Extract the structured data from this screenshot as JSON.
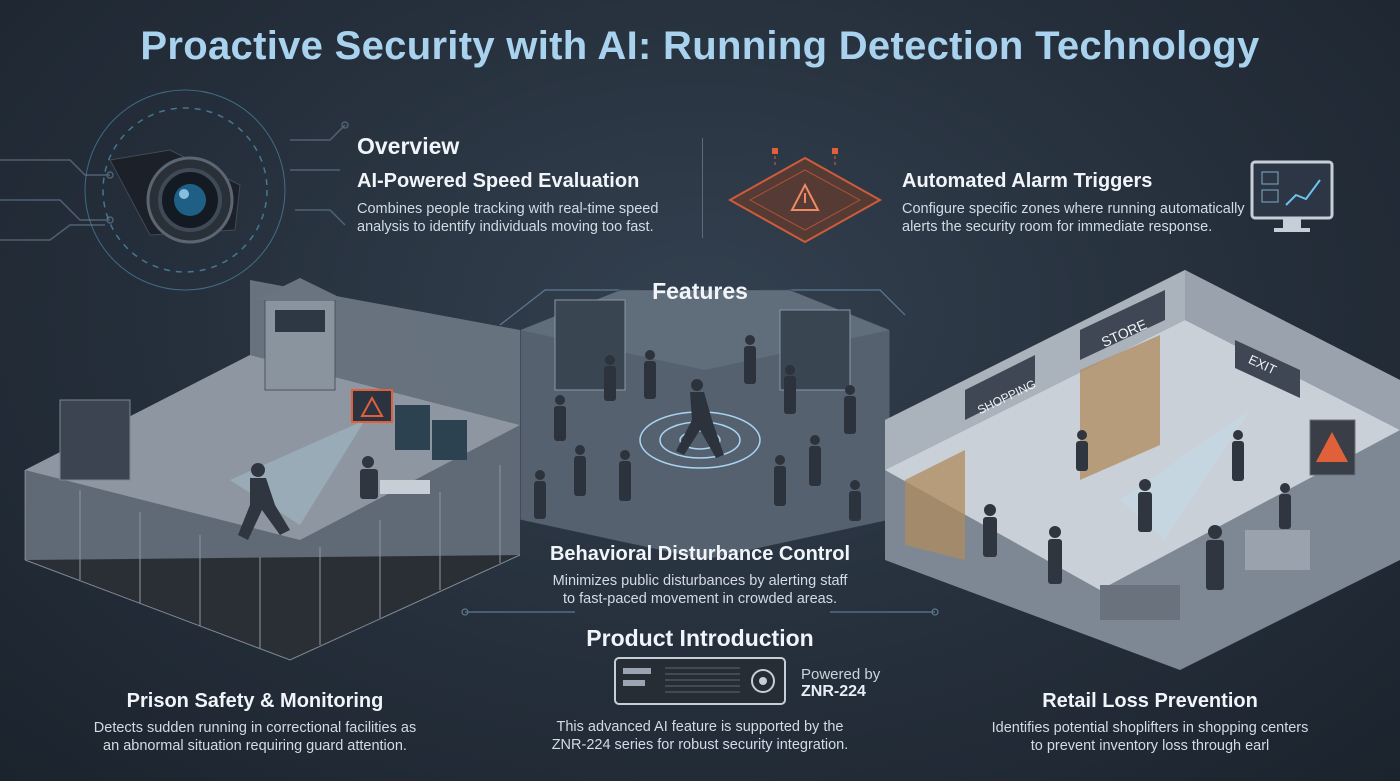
{
  "title": "Proactive Security with AI: Running Detection Technology",
  "overview": {
    "heading": "Overview",
    "speed": {
      "title": "AI-Powered Speed Evaluation",
      "desc": [
        "Combines people tracking with real-time speed",
        "analysis to identify individuals moving too fast."
      ]
    },
    "alarm": {
      "title": "Automated Alarm Triggers",
      "desc": [
        "Configure specific zones where running automatically",
        "alerts the security room for immediate response."
      ]
    }
  },
  "features": {
    "heading": "Features",
    "behavioral": {
      "title": "Behavioral Disturbance Control",
      "desc": [
        "Minimizes public disturbances by alerting staff",
        "to fast-paced movement in crowded areas."
      ]
    },
    "prison": {
      "title": "Prison Safety & Monitoring",
      "desc": [
        "Detects sudden running in correctional facilities as",
        "an abnormal situation requiring guard attention."
      ]
    },
    "retail": {
      "title": "Retail Loss Prevention",
      "desc": [
        "Identifies potential shoplifters in shopping centers",
        "to prevent inventory loss through earl"
      ]
    }
  },
  "product": {
    "heading": "Product Introduction",
    "powered_label": "Powered by",
    "model": "ZNR-224",
    "desc": [
      "This advanced AI feature is supported by the",
      "ZNR-224 series for robust security integration."
    ]
  },
  "signs": {
    "store": "STORE",
    "shopping": "SHOPPING",
    "exit": "EXIT"
  },
  "colors": {
    "title": "#a9d2ee",
    "alert": "#e0603a",
    "accent_blue": "#6cc3ee"
  }
}
